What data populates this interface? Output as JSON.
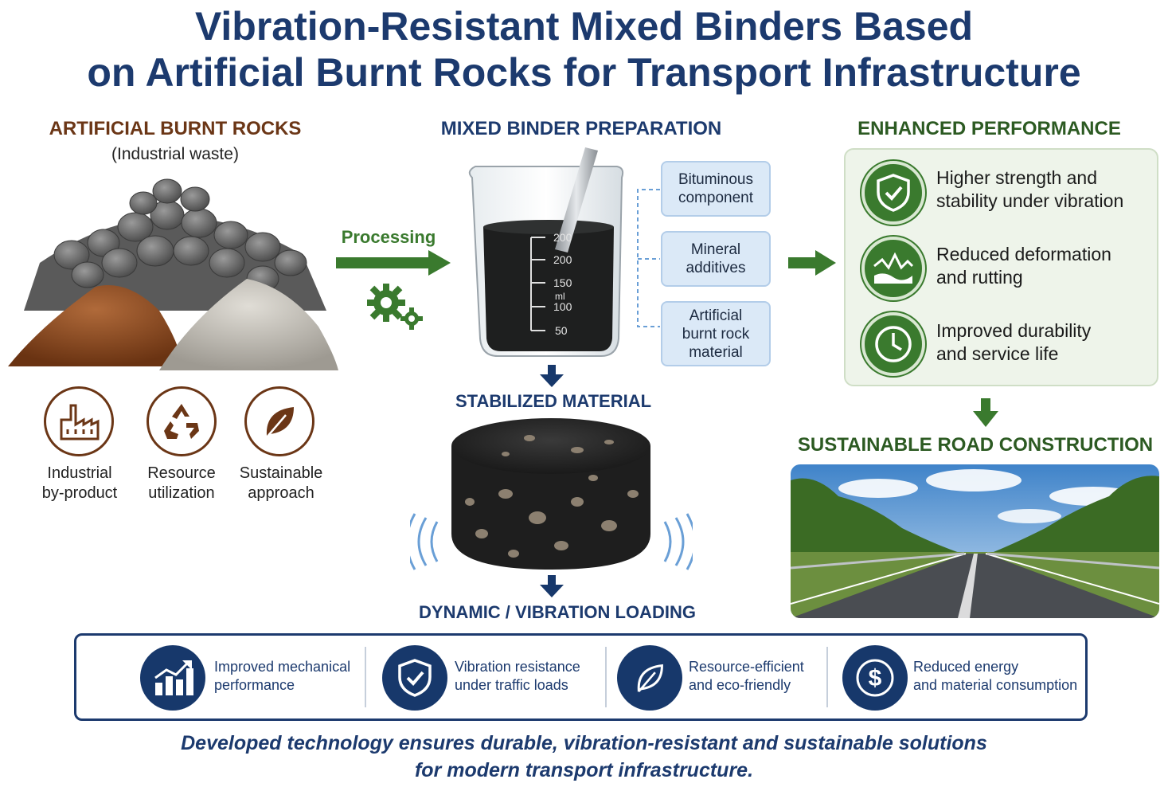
{
  "title": {
    "line1": "Vibration-Resistant Mixed Binders Based",
    "line2": "on Artificial Burnt Rocks for Transport Infrastructure"
  },
  "left": {
    "heading": "ARTIFICIAL BURNT ROCKS",
    "subheading": "(Industrial waste)",
    "icons": [
      {
        "line1": "Industrial",
        "line2": "by-product",
        "icon": "factory-icon"
      },
      {
        "line1": "Resource",
        "line2": "utilization",
        "icon": "recycle-icon"
      },
      {
        "line1": "Sustainable",
        "line2": "approach",
        "icon": "leaf-icon"
      }
    ]
  },
  "processing": {
    "label": "Processing",
    "icon": "gears-icon"
  },
  "middle": {
    "heading": "MIXED BINDER PREPARATION",
    "beaker_marks": [
      "200",
      "200",
      "150",
      "ml",
      "100",
      "50"
    ],
    "components": [
      {
        "line1": "Bituminous",
        "line2": "component"
      },
      {
        "line1": "Mineral",
        "line2": "additives"
      },
      {
        "line1": "Artificial",
        "line2": "burnt rock",
        "line3": "material"
      }
    ],
    "stabilized_label": "STABILIZED MATERIAL",
    "loading_label": "DYNAMIC / VIBRATION LOADING"
  },
  "right": {
    "heading": "ENHANCED PERFORMANCE",
    "items": [
      {
        "line1": "Higher strength and",
        "line2": "stability under vibration",
        "icon": "shield-check-icon"
      },
      {
        "line1": "Reduced deformation",
        "line2": "and rutting",
        "icon": "deformation-icon"
      },
      {
        "line1": "Improved durability",
        "line2": "and service life",
        "icon": "clock-icon"
      }
    ],
    "road_heading": "SUSTAINABLE ROAD CONSTRUCTION"
  },
  "benefits": [
    {
      "line1": "Improved mechanical",
      "line2": "performance",
      "icon": "growth-chart-icon"
    },
    {
      "line1": "Vibration resistance",
      "line2": "under traffic loads",
      "icon": "shield-check-icon"
    },
    {
      "line1": "Resource-efficient",
      "line2": "and eco-friendly",
      "icon": "leaf-icon"
    },
    {
      "line1": "Reduced energy",
      "line2": "and material consumption",
      "icon": "dollar-icon"
    }
  ],
  "footer": {
    "line1": "Developed technology ensures durable, vibration-resistant and sustainable solutions",
    "line2": "for modern transport infrastructure."
  },
  "colors": {
    "navy": "#1c3a6e",
    "brown": "#6b3616",
    "green": "#3a7a2e",
    "light_blue": "#dbe9f7",
    "light_green": "#eef4ea"
  }
}
